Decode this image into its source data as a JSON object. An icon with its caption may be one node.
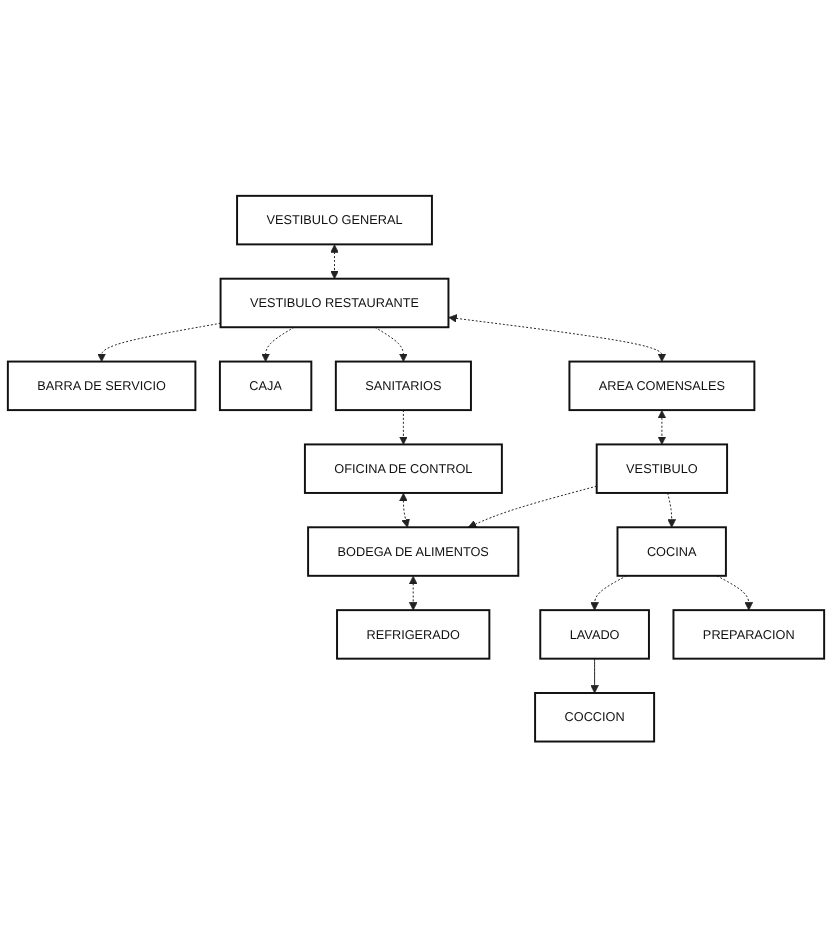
{
  "diagram": {
    "nodes": [
      {
        "text": [
          "VESTIBULO GENERAL"
        ]
      },
      {
        "text": [
          "BARRA DE SERVICIO"
        ]
      },
      {
        "text": [
          "VESTIBULO RESTAURANTE"
        ]
      },
      {
        "text": [
          "CAJA"
        ]
      },
      {
        "text": [
          "SANITARIOS"
        ]
      },
      {
        "text": [
          "AREA COMENSALES"
        ]
      },
      {
        "text": [
          "OFICINA DE CONTROL"
        ]
      },
      {
        "text": [
          "VESTIBULO"
        ]
      },
      {
        "text": [
          "BODEGA DE ALIMENTOS"
        ]
      },
      {
        "text": [
          "COCINA"
        ]
      },
      {
        "text": [
          "LAVADO"
        ]
      },
      {
        "text": [
          "REFRIGERADO"
        ]
      },
      {
        "text": [
          "PREPARACION"
        ]
      },
      {
        "text": [
          "COCCION"
        ]
      }
    ],
    "edges": [
      {
        "from": 0,
        "to": 2,
        "arrow": "both",
        "style": "dashed"
      },
      {
        "from": 2,
        "to": 1,
        "arrow": "to",
        "style": "dashed"
      },
      {
        "from": 2,
        "to": 3,
        "arrow": "to",
        "style": "dashed"
      },
      {
        "from": 2,
        "to": 4,
        "arrow": "to",
        "style": "dashed"
      },
      {
        "from": 2,
        "to": 5,
        "arrow": "both",
        "style": "dashed"
      },
      {
        "from": 4,
        "to": 6,
        "arrow": "to",
        "style": "dashed"
      },
      {
        "from": 5,
        "to": 7,
        "arrow": "both",
        "style": "dashed"
      },
      {
        "from": 6,
        "to": 8,
        "arrow": "both",
        "style": "dashed"
      },
      {
        "from": 7,
        "to": 8,
        "arrow": "to",
        "style": "dashed"
      },
      {
        "from": 7,
        "to": 9,
        "arrow": "to",
        "style": "dashed"
      },
      {
        "from": 9,
        "to": 10,
        "arrow": "to",
        "style": "dashed"
      },
      {
        "from": 8,
        "to": 11,
        "arrow": "both",
        "style": "dashed"
      },
      {
        "from": 9,
        "to": 12,
        "arrow": "to",
        "style": "dashed"
      },
      {
        "from": 10,
        "to": 13,
        "arrow": "to"
      }
    ]
  }
}
